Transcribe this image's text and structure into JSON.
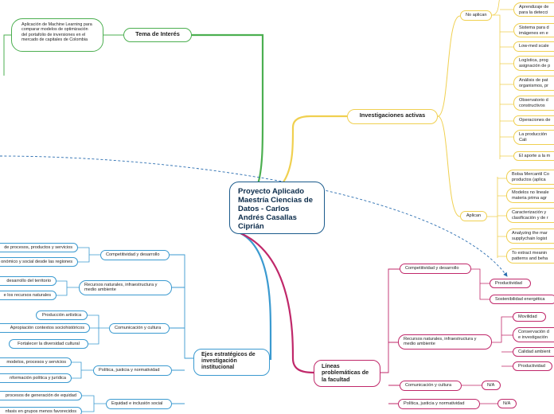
{
  "center": {
    "title": "Proyecto Aplicado Maestría Ciencias de Datos - Carlos Andrés Casallas Ciprián"
  },
  "tema": {
    "label": "Tema de Interés",
    "child": "Aplicación de Machine Learning para comparar modelos de optimización del portafolio de inversiones en el mercado de capitales de Colombia"
  },
  "investigaciones": {
    "label": "Investigaciones activas",
    "no_aplican": {
      "label": "No aplican",
      "items": [
        "Aprendizaje de\npara la detecci",
        "Sistema para d\nimágenes en e",
        "Low-med scale",
        "Logística, prog\nasignación de p",
        "Análisis de pat\norganismos, pr",
        "Observatorio d\nconstructivos",
        "Operaciones de",
        "La producción\nCali",
        "El aporte a la m"
      ]
    },
    "aplican": {
      "label": "Aplican",
      "items": [
        "Bolsa Mercantil Co\nproductos (aplica",
        "Modelos no lineale\nmateria prima agr",
        "Caracterización y\nclasificación y de r",
        "Analyzing the mar\nsupplychain logist",
        "To extract meanin\npatterns and beha"
      ]
    }
  },
  "ejes": {
    "label": "Ejes estratégicos de investigación institucional",
    "groups": [
      {
        "label": "Competitividad y desarrollo",
        "items": [
          "de procesos, productos y servicios",
          "onómico y social desde las regiones"
        ]
      },
      {
        "label": "Recursos naturales, infraestructura y medio ambiente",
        "items": [
          "desarrollo del territorio",
          "e los recursos naturales"
        ]
      },
      {
        "label": "Comunicación y cultura",
        "items": [
          "Producción artística",
          "Apropiación contextos sociohistóricos",
          "Fortalecer la diversidad cultural"
        ]
      },
      {
        "label": "Política, justicia y normatividad",
        "items": [
          "modelos, procesos y servicios",
          "nformación política y jurídica"
        ]
      },
      {
        "label": "Equidad e inclusión social",
        "items": [
          "procesos de generación de equidad",
          "nfasis en grupos menos favorecidos"
        ]
      }
    ]
  },
  "lineas": {
    "label": "Líneas problemáticas de la facultad",
    "groups": [
      {
        "label": "Competitividad y desarrollo",
        "items": [
          "Productividad",
          "Sostenibilidad energética"
        ]
      },
      {
        "label": "Recursos naturales, infraestructura y medio ambiente",
        "items": [
          "Movilidad",
          "Conservación d\ne investigación",
          "Calidad ambient",
          "Productividad"
        ]
      },
      {
        "label": "Comunicación y cultura",
        "items": [
          "N/A"
        ]
      },
      {
        "label": "Política, justicia y normatividad",
        "items": [
          "N/A"
        ]
      }
    ]
  },
  "colors": {
    "tema": "#4caf50",
    "investigaciones": "#f0d050",
    "ejes": "#3b9ad0",
    "lineas": "#c0286a",
    "center": "#1a5a8c",
    "relation": "#2a6db0"
  }
}
